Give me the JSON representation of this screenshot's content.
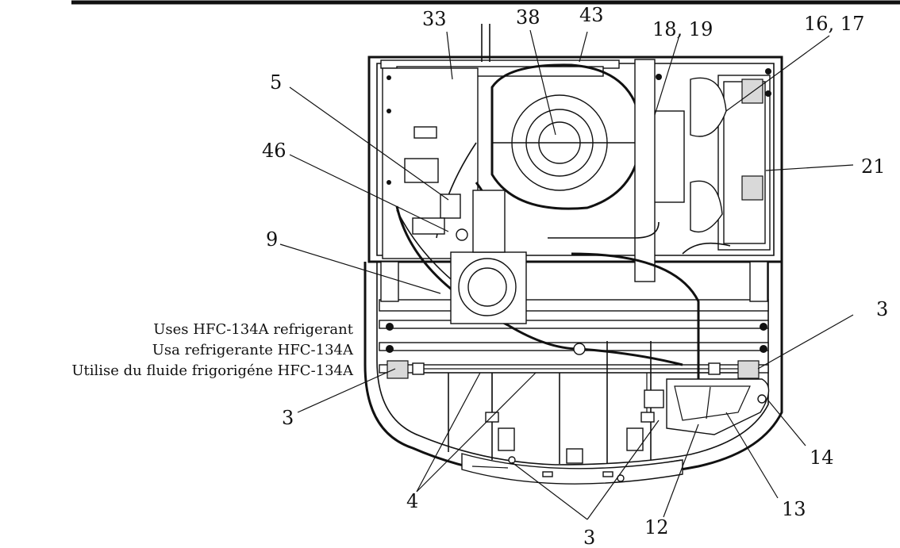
{
  "refrigerant_notes": [
    "Uses HFC-134A refrigerant",
    "Usa refrigerante HFC-134A",
    "Utilise du fluide frigorigéne HFC-134A"
  ],
  "callouts": {
    "c33": "33",
    "c38": "38",
    "c43": "43",
    "c18_19": "18, 19",
    "c16_17": "16, 17",
    "c5": "5",
    "c46": "46",
    "c21": "21",
    "c9": "9",
    "c3_right": "3",
    "c3_left": "3",
    "c14": "14",
    "c4": "4",
    "c13": "13",
    "c12": "12",
    "c3_bottom": "3"
  }
}
